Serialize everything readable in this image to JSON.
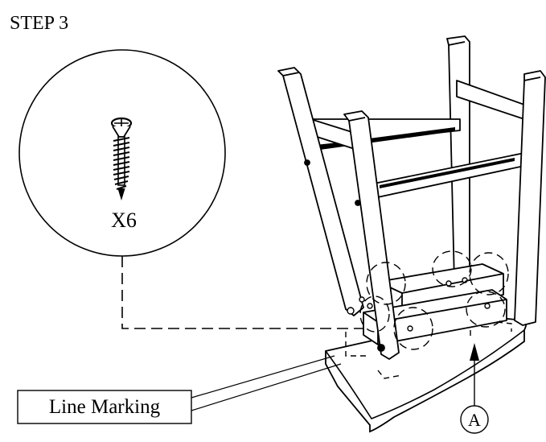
{
  "step_title": "STEP 3",
  "screw_callout": {
    "quantity_label": "X6",
    "icon": "screw-icon"
  },
  "line_marking_label": "Line Marking",
  "part_label": "A",
  "colors": {
    "ink": "#000000",
    "paper": "#ffffff"
  }
}
